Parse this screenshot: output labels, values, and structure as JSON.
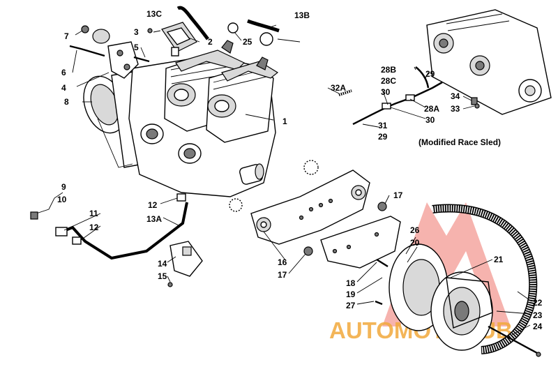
{
  "diagram": {
    "caption": "(Modified Race Sled)",
    "callouts": [
      {
        "id": "c1",
        "text": "1"
      },
      {
        "id": "c2",
        "text": "2"
      },
      {
        "id": "c3",
        "text": "3"
      },
      {
        "id": "c4",
        "text": "4"
      },
      {
        "id": "c5",
        "text": "5"
      },
      {
        "id": "c6",
        "text": "6"
      },
      {
        "id": "c7",
        "text": "7"
      },
      {
        "id": "c8",
        "text": "8"
      },
      {
        "id": "c9",
        "text": "9"
      },
      {
        "id": "c10",
        "text": "10"
      },
      {
        "id": "c11",
        "text": "11"
      },
      {
        "id": "c12a",
        "text": "12"
      },
      {
        "id": "c12b",
        "text": "12"
      },
      {
        "id": "c13a",
        "text": "13A"
      },
      {
        "id": "c13b",
        "text": "13B"
      },
      {
        "id": "c13c",
        "text": "13C"
      },
      {
        "id": "c14",
        "text": "14"
      },
      {
        "id": "c15",
        "text": "15"
      },
      {
        "id": "c16",
        "text": "16"
      },
      {
        "id": "c17a",
        "text": "17"
      },
      {
        "id": "c17b",
        "text": "17"
      },
      {
        "id": "c18",
        "text": "18"
      },
      {
        "id": "c19",
        "text": "19"
      },
      {
        "id": "c20",
        "text": "20"
      },
      {
        "id": "c21",
        "text": "21"
      },
      {
        "id": "c22",
        "text": "22"
      },
      {
        "id": "c23",
        "text": "23"
      },
      {
        "id": "c24",
        "text": "24"
      },
      {
        "id": "c25",
        "text": "25"
      },
      {
        "id": "c26",
        "text": "26"
      },
      {
        "id": "c27",
        "text": "27"
      },
      {
        "id": "c28a",
        "text": "28A"
      },
      {
        "id": "c28b",
        "text": "28B"
      },
      {
        "id": "c28c",
        "text": "28C"
      },
      {
        "id": "c29a",
        "text": "29"
      },
      {
        "id": "c29b",
        "text": "29"
      },
      {
        "id": "c30a",
        "text": "30"
      },
      {
        "id": "c30b",
        "text": "30"
      },
      {
        "id": "c31",
        "text": "31"
      },
      {
        "id": "c32a",
        "text": "32A"
      },
      {
        "id": "c33",
        "text": "33"
      },
      {
        "id": "c34",
        "text": "34"
      }
    ]
  },
  "watermark": {
    "text": "AUTOMOTOHUB",
    "color": "#f2a93b",
    "logo_color": "#e8473a"
  },
  "colors": {
    "line": "#000000",
    "background": "#ffffff",
    "shade": "#d9d9d9"
  }
}
